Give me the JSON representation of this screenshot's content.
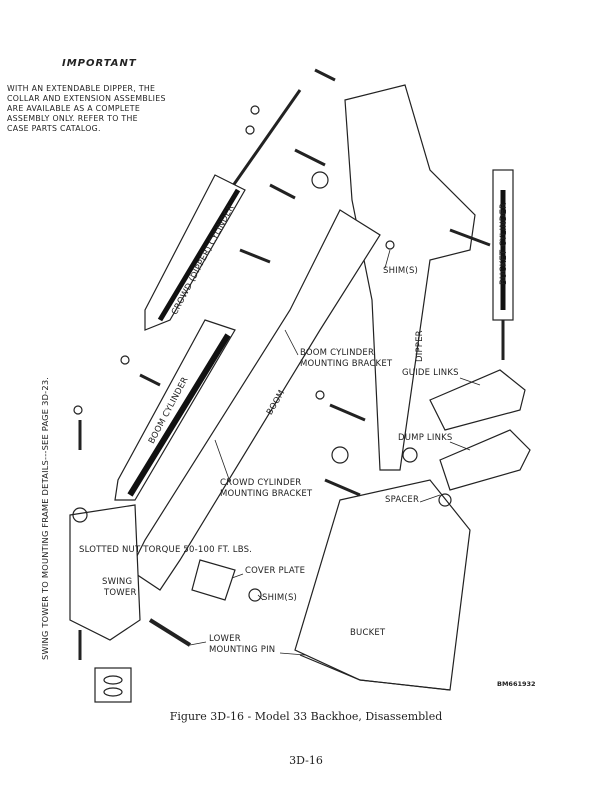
{
  "note": {
    "heading": "IMPORTANT",
    "lines": [
      "WITH AN EXTENDABLE DIPPER, THE",
      "COLLAR AND EXTENSION ASSEMBLIES",
      "ARE AVAILABLE AS A COMPLETE",
      "ASSEMBLY ONLY.  REFER TO THE",
      "CASE PARTS CATALOG."
    ]
  },
  "labels": {
    "crowd_cylinder": "CROWD (DIPPER) CYLINDER",
    "bucket_cylinder": "BUCKET CYLINDER",
    "shims_top": "SHIM(S)",
    "boom_bracket_1": "BOOM CYLINDER",
    "boom_bracket_2": "MOUNTING BRACKET",
    "dipper": "DIPPER",
    "guide_links": "GUIDE LINKS",
    "boom": "BOOM",
    "boom_cylinder": "BOOM CYLINDER",
    "dump_links": "DUMP LINKS",
    "crowd_bracket_1": "CROWD CYLINDER",
    "crowd_bracket_2": "MOUNTING BRACKET",
    "spacer": "SPACER",
    "slotted_nut": "SLOTTED NUT TORQUE 50-100 FT. LBS.",
    "cover_plate": "COVER PLATE",
    "swing_1": "SWING",
    "swing_2": "TOWER",
    "shims_bottom": "SHIM(S)",
    "bucket": "BUCKET",
    "lower_pin_1": "LOWER",
    "lower_pin_2": "MOUNTING PIN",
    "side_note": "SWING TOWER TO MOUNTING FRAME DETAILS---SEE  PAGE  3D-23.",
    "drawing_code": "BM661932"
  },
  "caption": "Figure 3D-16 - Model 33 Backhoe, Disassembled",
  "page_number": "3D-16"
}
